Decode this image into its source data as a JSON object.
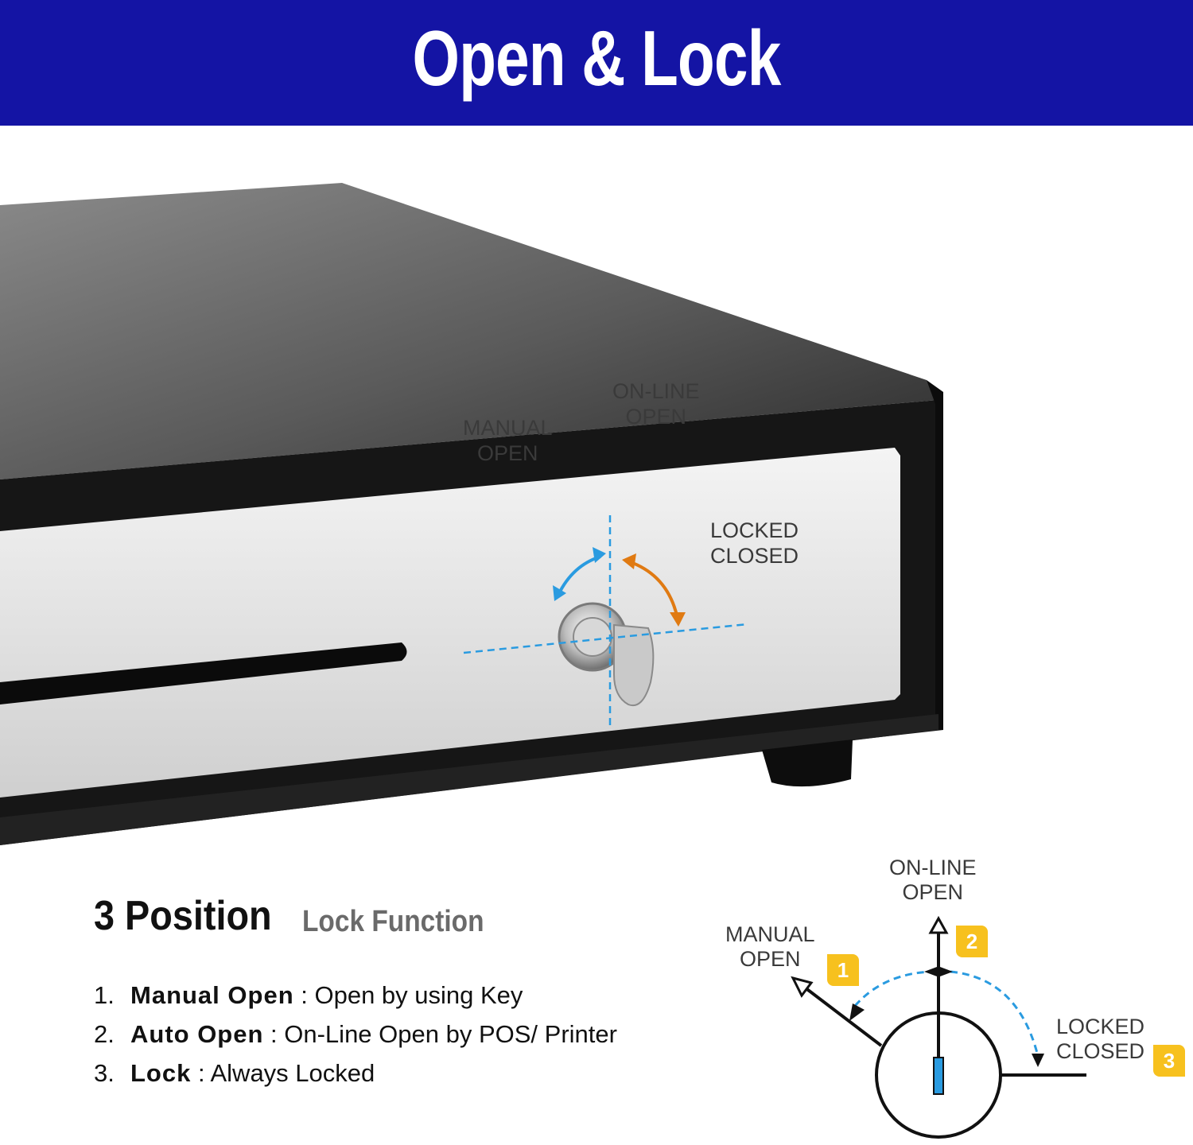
{
  "header": {
    "title": "Open & Lock"
  },
  "photo_labels": {
    "online_open": [
      "ON-LINE",
      "OPEN"
    ],
    "manual_open": [
      "MANUAL",
      "OPEN"
    ],
    "locked_closed": [
      "LOCKED",
      "CLOSED"
    ]
  },
  "feature": {
    "title": "3 Position",
    "subtitle": "Lock Function",
    "items": [
      {
        "number": "1.",
        "name": "Manual Open",
        "desc": " : Open by using Key"
      },
      {
        "number": "2.",
        "name": "Auto Open",
        "desc": " : On-Line Open by POS/ Printer"
      },
      {
        "number": "3.",
        "name": "Lock",
        "desc": " : Always Locked"
      }
    ]
  },
  "diagram": {
    "online_open": [
      "ON-LINE",
      "OPEN"
    ],
    "manual_open": [
      "MANUAL",
      "OPEN"
    ],
    "locked_closed": [
      "LOCKED",
      "CLOSED"
    ],
    "badges": [
      "1",
      "2",
      "3"
    ]
  },
  "colors": {
    "banner": "#1414a4",
    "badge": "#f7c11e",
    "manual_arrow": "#2a9be0",
    "online_arrow": "#e07a12",
    "dashed_guide": "#2a9be0"
  }
}
